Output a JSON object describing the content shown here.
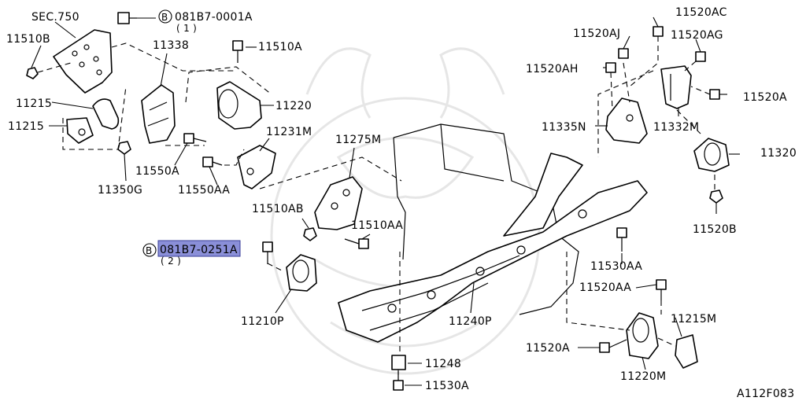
{
  "diagram_code": "A112F083",
  "highlight_color": "#8a8fd8",
  "labels": {
    "sec750": "SEC.750",
    "bolt_top_code": "081B7-0001A",
    "bolt_top_qty": "( 1 )",
    "bolt_mid_code": "081B7-0251A",
    "bolt_mid_qty": "( 2 )",
    "bolt_letter": "B",
    "p11510B": "11510B",
    "p11338": "11338",
    "p11510A": "11510A",
    "p11215_a": "11215",
    "p11215_b": "11215",
    "p11220": "11220",
    "p11231M": "11231M",
    "p11550A": "11550A",
    "p11550AA": "11550AA",
    "p11350G": "11350G",
    "p11275M": "11275M",
    "p11510AB": "11510AB",
    "p11510AA": "11510AA",
    "p11210P": "11210P",
    "p11240P": "11240P",
    "p11248": "11248",
    "p11530A": "11530A",
    "p11530AA": "11530AA",
    "p11520AC": "11520AC",
    "p11520AJ": "11520AJ",
    "p11520AG": "11520AG",
    "p11520AH": "11520AH",
    "p11520A_r": "11520A",
    "p11335N": "11335N",
    "p11332M": "11332M",
    "p11320": "11320",
    "p11520B": "11520B",
    "p11520AA": "11520AA",
    "p11215M": "11215M",
    "p11520A_b": "11520A",
    "p11220M": "11220M"
  }
}
